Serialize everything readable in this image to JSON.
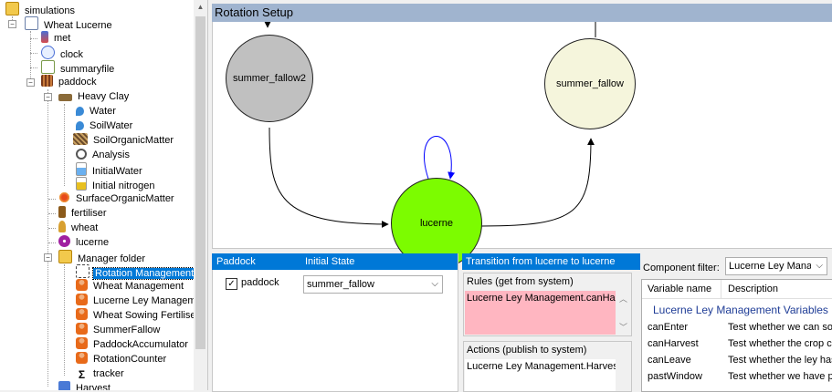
{
  "tree": {
    "nodes": [
      {
        "label": "simulations",
        "icon": "folder-icon"
      },
      {
        "label": "Wheat Lucerne",
        "icon": "simulation-icon"
      },
      {
        "label": "met",
        "icon": "thermometer-icon"
      },
      {
        "label": "clock",
        "icon": "clock-icon"
      },
      {
        "label": "summaryfile",
        "icon": "summary-file-icon"
      },
      {
        "label": "paddock",
        "icon": "paddock-icon"
      },
      {
        "label": "Heavy Clay",
        "icon": "soil-icon"
      },
      {
        "label": "Water",
        "icon": "water-drop-icon"
      },
      {
        "label": "SoilWater",
        "icon": "water-drop-icon"
      },
      {
        "label": "SoilOrganicMatter",
        "icon": "soil-organic-matter-icon"
      },
      {
        "label": "Analysis",
        "icon": "magnifier-icon"
      },
      {
        "label": "InitialWater",
        "icon": "beaker-icon"
      },
      {
        "label": "Initial nitrogen",
        "icon": "nitrogen-icon"
      },
      {
        "label": "SurfaceOrganicMatter",
        "icon": "surface-organic-matter-icon"
      },
      {
        "label": "fertiliser",
        "icon": "fertiliser-icon"
      },
      {
        "label": "wheat",
        "icon": "wheat-icon"
      },
      {
        "label": "lucerne",
        "icon": "lucerne-icon"
      },
      {
        "label": "Manager folder",
        "icon": "folder-icon"
      },
      {
        "label": "Rotation Management",
        "icon": "rotation-icon"
      },
      {
        "label": "Wheat Management",
        "icon": "manager-icon"
      },
      {
        "label": "Lucerne Ley Managem",
        "icon": "manager-icon"
      },
      {
        "label": "Wheat Sowing Fertiliser",
        "icon": "manager-icon"
      },
      {
        "label": "SummerFallow",
        "icon": "manager-icon"
      },
      {
        "label": "PaddockAccumulator",
        "icon": "manager-icon"
      },
      {
        "label": "RotationCounter",
        "icon": "manager-icon"
      },
      {
        "label": "tracker",
        "icon": "sigma-icon"
      },
      {
        "label": "Harvest",
        "icon": "harvest-icon"
      }
    ],
    "expanders": {
      "collapse": "−"
    }
  },
  "rotation": {
    "title": "Rotation Setup",
    "states": {
      "summer_fallow2": "summer_fallow2",
      "summer_fallow": "summer_fallow",
      "lucerne": "lucerne"
    },
    "colors": {
      "summer_fallow2": "#c0c0c0",
      "summer_fallow": "#f5f5dc",
      "lucerne": "#7cfc00",
      "self_loop": "#0000ff"
    }
  },
  "paddock_table": {
    "col_paddock": "Paddock",
    "col_initial_state": "Initial State",
    "row_paddock": "paddock",
    "row_checked": "✓",
    "row_initial_state": "summer_fallow"
  },
  "transition": {
    "header": "Transition from lucerne to lucerne",
    "rules_label": "Rules (get from system)",
    "rules_text": "Lucerne Ley Management.canHarvest",
    "actions_label": "Actions (publish to system)",
    "actions_text": "Lucerne Ley Management.Harvest"
  },
  "component_filter": {
    "label": "Component filter:",
    "value": "Lucerne Ley Manage",
    "col_variable_name": "Variable name",
    "col_description": "Description",
    "group_title": "Lucerne Ley Management Variables",
    "rows": [
      {
        "name": "canEnter",
        "desc": "Test whether we can sow"
      },
      {
        "name": "canHarvest",
        "desc": "Test whether the crop can"
      },
      {
        "name": "canLeave",
        "desc": "Test whether the ley has"
      },
      {
        "name": "pastWindow",
        "desc": "Test whether we have pass"
      }
    ]
  }
}
